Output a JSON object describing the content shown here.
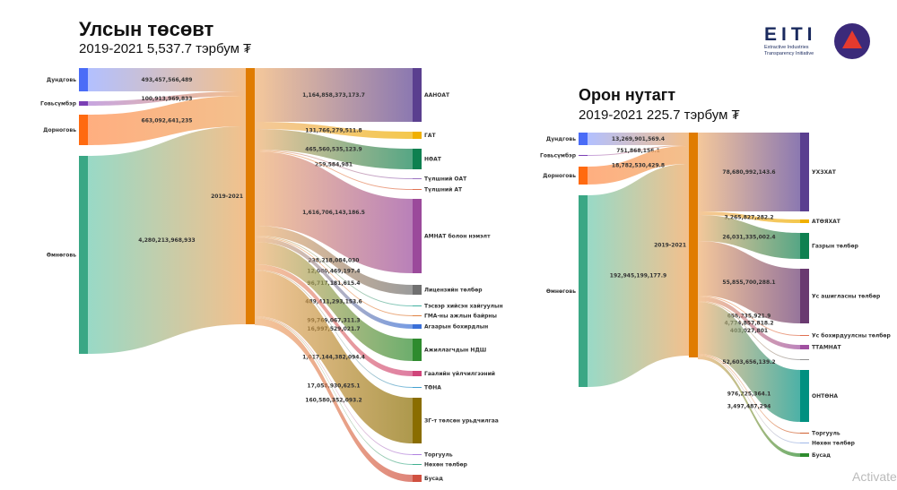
{
  "national": {
    "title": "Улсын төсөвт",
    "subtitle": "2019-2021  5,537.7 тэрбум ₮",
    "middle": {
      "name": "2019-2021",
      "color": "#e07c00"
    },
    "sources": [
      {
        "name": "Дундговь",
        "value_label": "493,457,566,489",
        "color": "#4a6cf7",
        "light": "#9fb0ff"
      },
      {
        "name": "Говьсүмбэр",
        "value_label": "100,913,969,833",
        "color": "#7b3fb5",
        "light": "#b98fd8"
      },
      {
        "name": "Дорноговь",
        "value_label": "663,092,641,235",
        "color": "#ff6a10",
        "light": "#ff9a60"
      },
      {
        "name": "Өмнөговь",
        "value_label": "4,280,213,968,933",
        "color": "#3aa785",
        "light": "#7fd0b8"
      }
    ],
    "targets": [
      {
        "name": "ААНОАТ",
        "value_label": "1,164,858,373,173.7",
        "color": "#5a3f8f"
      },
      {
        "name": "ГАТ",
        "value_label": "131,766,279,511.8",
        "color": "#f0b000"
      },
      {
        "name": "НӨАТ",
        "value_label": "465,560,535,123.9",
        "color": "#0e8050"
      },
      {
        "name": "Түлшний ОАТ",
        "value_label": "259,584,981",
        "color": "#9a70c0"
      },
      {
        "name": "Түлшний АТ",
        "value_label": "",
        "color": "#e07050"
      },
      {
        "name": "АМНАТ болон нэмэлт",
        "value_label": "1,616,706,143,186.5",
        "color": "#9b4a9b"
      },
      {
        "name": "Лицензийн төлбөр",
        "value_label": "238,218,084,030",
        "color": "#707070"
      },
      {
        "name": "Тэсвэр хийсэн хайгуулын",
        "value_label": "12,080,469,197.4",
        "color": "#40b0a0"
      },
      {
        "name": "ГМА-ны ажлын байрны",
        "value_label": "",
        "color": "#e08040"
      },
      {
        "name": "Агаарын бохирдлын",
        "value_label": "96,717,181,615.4",
        "color": "#3a70d8"
      },
      {
        "name": "Ажиллагчдын НДШ",
        "value_label": "489,411,293,153.6",
        "color": "#2e8b2e"
      },
      {
        "name": "Гаалийн үйлчилгээний",
        "value_label": "99,769,067,311.3",
        "color": "#d0457a"
      },
      {
        "name": "ТӨНА",
        "value_label": "16,997,529,021.7",
        "color": "#40a0d0"
      },
      {
        "name": "ЗГ-т төлсөн урьдчилгаа",
        "value_label": "1,017,144,382,094.4",
        "color": "#8a6d00"
      },
      {
        "name": "Торгууль",
        "value_label": "17,058,930,625.1",
        "color": "#b080e0"
      },
      {
        "name": "Нөхөн төлбөр",
        "value_label": "",
        "color": "#40b090"
      },
      {
        "name": "Бусад",
        "value_label": "160,580,352,093.2",
        "color": "#d05040"
      }
    ]
  },
  "local": {
    "title": "Орон нутагт",
    "subtitle": "2019-2021  225.7 тэрбум ₮",
    "middle": {
      "name": "2019-2021",
      "color": "#e07c00"
    },
    "sources": [
      {
        "name": "Дундговь",
        "value_label": "13,269,901,569.4",
        "color": "#4a6cf7",
        "light": "#9fb0ff"
      },
      {
        "name": "Говьсүмбэр",
        "value_label": "751,868,156.1",
        "color": "#7b3fb5",
        "light": "#b98fd8"
      },
      {
        "name": "Дорноговь",
        "value_label": "18,782,530,429.8",
        "color": "#ff6a10",
        "light": "#ff9a60"
      },
      {
        "name": "Өмнөговь",
        "value_label": "192,945,199,177.9",
        "color": "#3aa785",
        "light": "#7fd0b8"
      }
    ],
    "targets": [
      {
        "name": "УХЗХАТ",
        "value_label": "78,680,992,143.6",
        "color": "#5a3f8f"
      },
      {
        "name": "АТӨЯХАТ",
        "value_label": "3,265,827,282.2",
        "color": "#f0b000"
      },
      {
        "name": "Газрын төлбөр",
        "value_label": "26,031,335,002.4",
        "color": "#0e8050"
      },
      {
        "name": "Ус ашигласны төлбөр",
        "value_label": "55,855,700,288.1",
        "color": "#6a3a70"
      },
      {
        "name": "Ус бохирдуулсны төлбөр",
        "value_label": "658,235,921.9",
        "color": "#e07050"
      },
      {
        "name": "ТТАМНАТ",
        "value_label": "4,774,857,818.2",
        "color": "#a050a0"
      },
      {
        "name": "",
        "value_label": "403,027,801",
        "color": "#909090"
      },
      {
        "name": "ОНТӨНА",
        "value_label": "52,603,656,139.2",
        "color": "#009080"
      },
      {
        "name": "Торгууль",
        "value_label": "976,225,364.1",
        "color": "#d06030"
      },
      {
        "name": "Нөхөн төлбөр",
        "value_label": "",
        "color": "#a0b8e8"
      },
      {
        "name": "Бусад",
        "value_label": "3,497,487,294",
        "color": "#2e8b2e"
      }
    ]
  },
  "logo": {
    "name": "EITI",
    "line1": "Extractive Industries",
    "line2": "Transparency Initiative"
  },
  "watermark": "Activate"
}
